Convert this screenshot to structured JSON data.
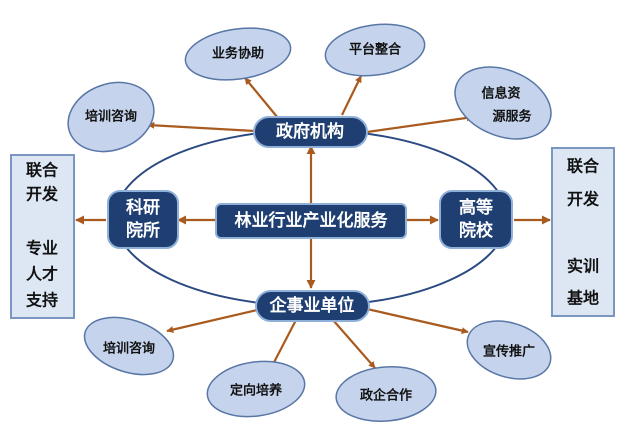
{
  "colors": {
    "blue_fill": "#1f3f73",
    "blue_stroke": "#8fb0d8",
    "ellipse_fill": "#c5d4ec",
    "ellipse_stroke": "#5876a6",
    "ring": "#2c4a82",
    "arrow": "#a95a1f",
    "side_fill": "#dde6f3",
    "side_stroke": "#7c96c2"
  },
  "diagram": {
    "center": "林业行业产业化服务",
    "nodes": {
      "government": "政府机构",
      "research_top": "科研",
      "research_bottom": "院所",
      "university_top": "高等",
      "university_bottom": "院校",
      "enterprise": "企事业单位"
    },
    "government_services": {
      "business": "业务协助",
      "platform": "平台整合",
      "info_line1": "信息资",
      "info_line2": "源服务",
      "consult": "培训咨询"
    },
    "enterprise_services": {
      "consult": "培训咨询",
      "targeted": "定向培养",
      "cooperation": "政企合作",
      "promotion": "宣传推广"
    },
    "left_box": [
      "联合",
      "开发",
      "专业",
      "人才",
      "支持"
    ],
    "right_box": [
      "联合",
      "开发",
      "实训",
      "基地"
    ]
  }
}
